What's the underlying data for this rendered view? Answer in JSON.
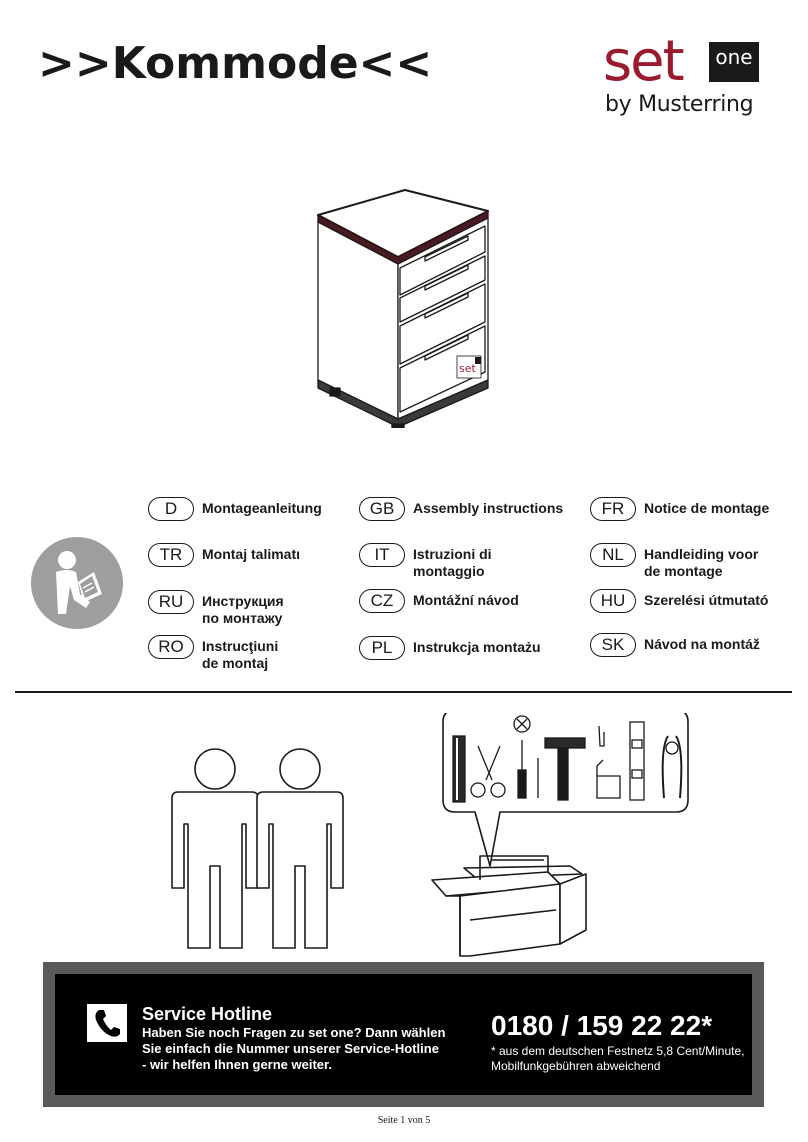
{
  "document": {
    "title": ">>Kommode<<",
    "footer": "Seite 1 von 5"
  },
  "brand": {
    "set": "set",
    "one": "one",
    "by": "by Musterring",
    "mini_label": "set",
    "accent_color": "#9b1b2e"
  },
  "languages": [
    {
      "code": "D",
      "label": "Montageanleitung"
    },
    {
      "code": "GB",
      "label": "Assembly instructions"
    },
    {
      "code": "FR",
      "label": "Notice de montage"
    },
    {
      "code": "TR",
      "label": "Montaj talimatı"
    },
    {
      "code": "IT",
      "label": "Istruzioni di\nmontaggio"
    },
    {
      "code": "NL",
      "label": "Handleiding voor\nde montage"
    },
    {
      "code": "RU",
      "label": "Инструкция\nпо монтажу"
    },
    {
      "code": "CZ",
      "label": "Montážní návod"
    },
    {
      "code": "HU",
      "label": "Szerelési útmutató"
    },
    {
      "code": "RO",
      "label": "Instrucţiuni\nde montaj"
    },
    {
      "code": "PL",
      "label": "Instrukcja montażu"
    },
    {
      "code": "SK",
      "label": "Návod na montáž"
    }
  ],
  "icons": {
    "read_manual": "read-manual-icon",
    "phone": "phone-icon",
    "no_screwdriver": "x-circle-icon"
  },
  "hotline": {
    "title": "Service Hotline",
    "text": "Haben Sie noch Fragen zu set one? Dann wählen\nSie einfach die Nummer unserer Service-Hotline\n- wir helfen Ihnen gerne weiter.",
    "number": "0180 / 159 22 22*",
    "note": "* aus dem deutschen Festnetz 5,8 Cent/Minute,\nMobilfunkgebühren abweichend"
  }
}
